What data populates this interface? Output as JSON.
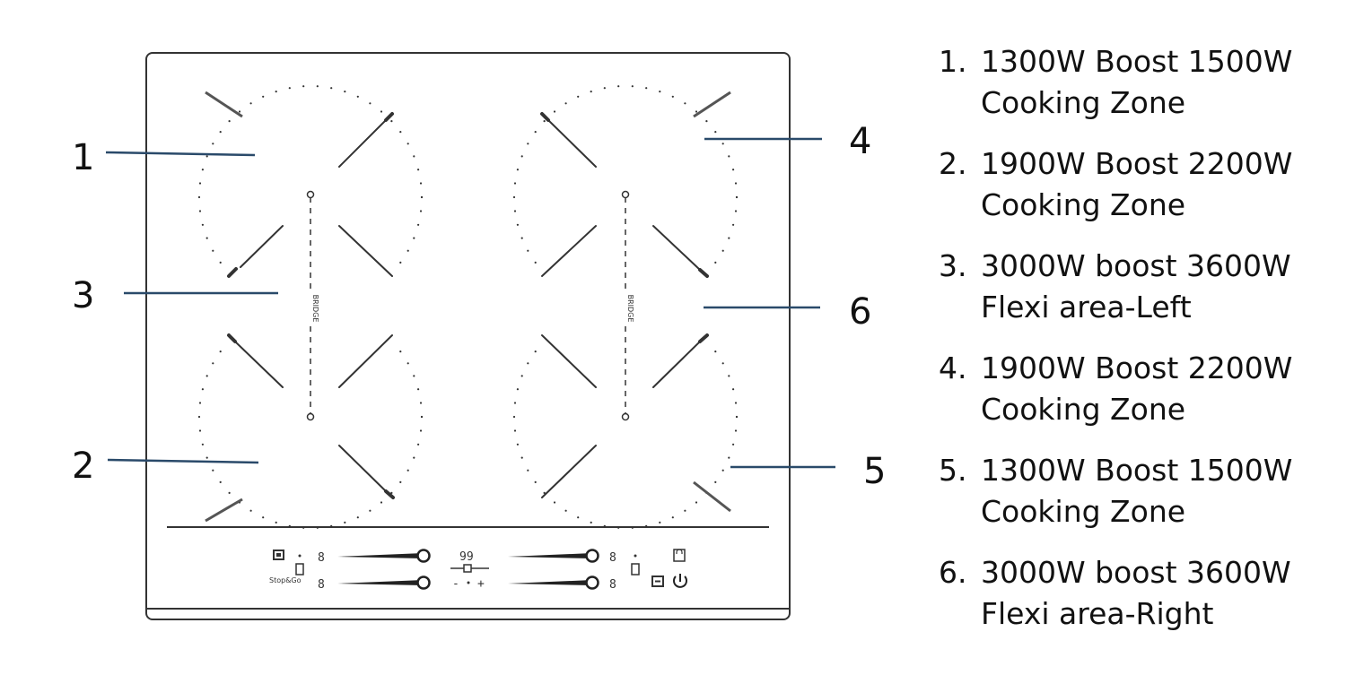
{
  "callouts": [
    "1",
    "2",
    "3",
    "4",
    "5",
    "6"
  ],
  "panel": {
    "bridge_label": "BRIDGE",
    "timer_display": "99",
    "level_digit": "8",
    "minus": "-",
    "plus": "+",
    "stop_go": "Stop&Go"
  },
  "legend": [
    {
      "num": "1.",
      "line1": "1300W Boost 1500W",
      "line2": "Cooking Zone"
    },
    {
      "num": "2.",
      "line1": "1900W Boost 2200W",
      "line2": "Cooking Zone"
    },
    {
      "num": "3.",
      "line1": "3000W boost 3600W",
      "line2": "Flexi area-Left"
    },
    {
      "num": "4.",
      "line1": "1900W Boost 2200W",
      "line2": "Cooking Zone"
    },
    {
      "num": "5.",
      "line1": "1300W Boost 1500W",
      "line2": "Cooking Zone"
    },
    {
      "num": "6.",
      "line1": "3000W boost 3600W",
      "line2": "Flexi area-Right"
    }
  ],
  "colors": {
    "callout_line": "#2a4a6a",
    "outline": "#333333"
  }
}
